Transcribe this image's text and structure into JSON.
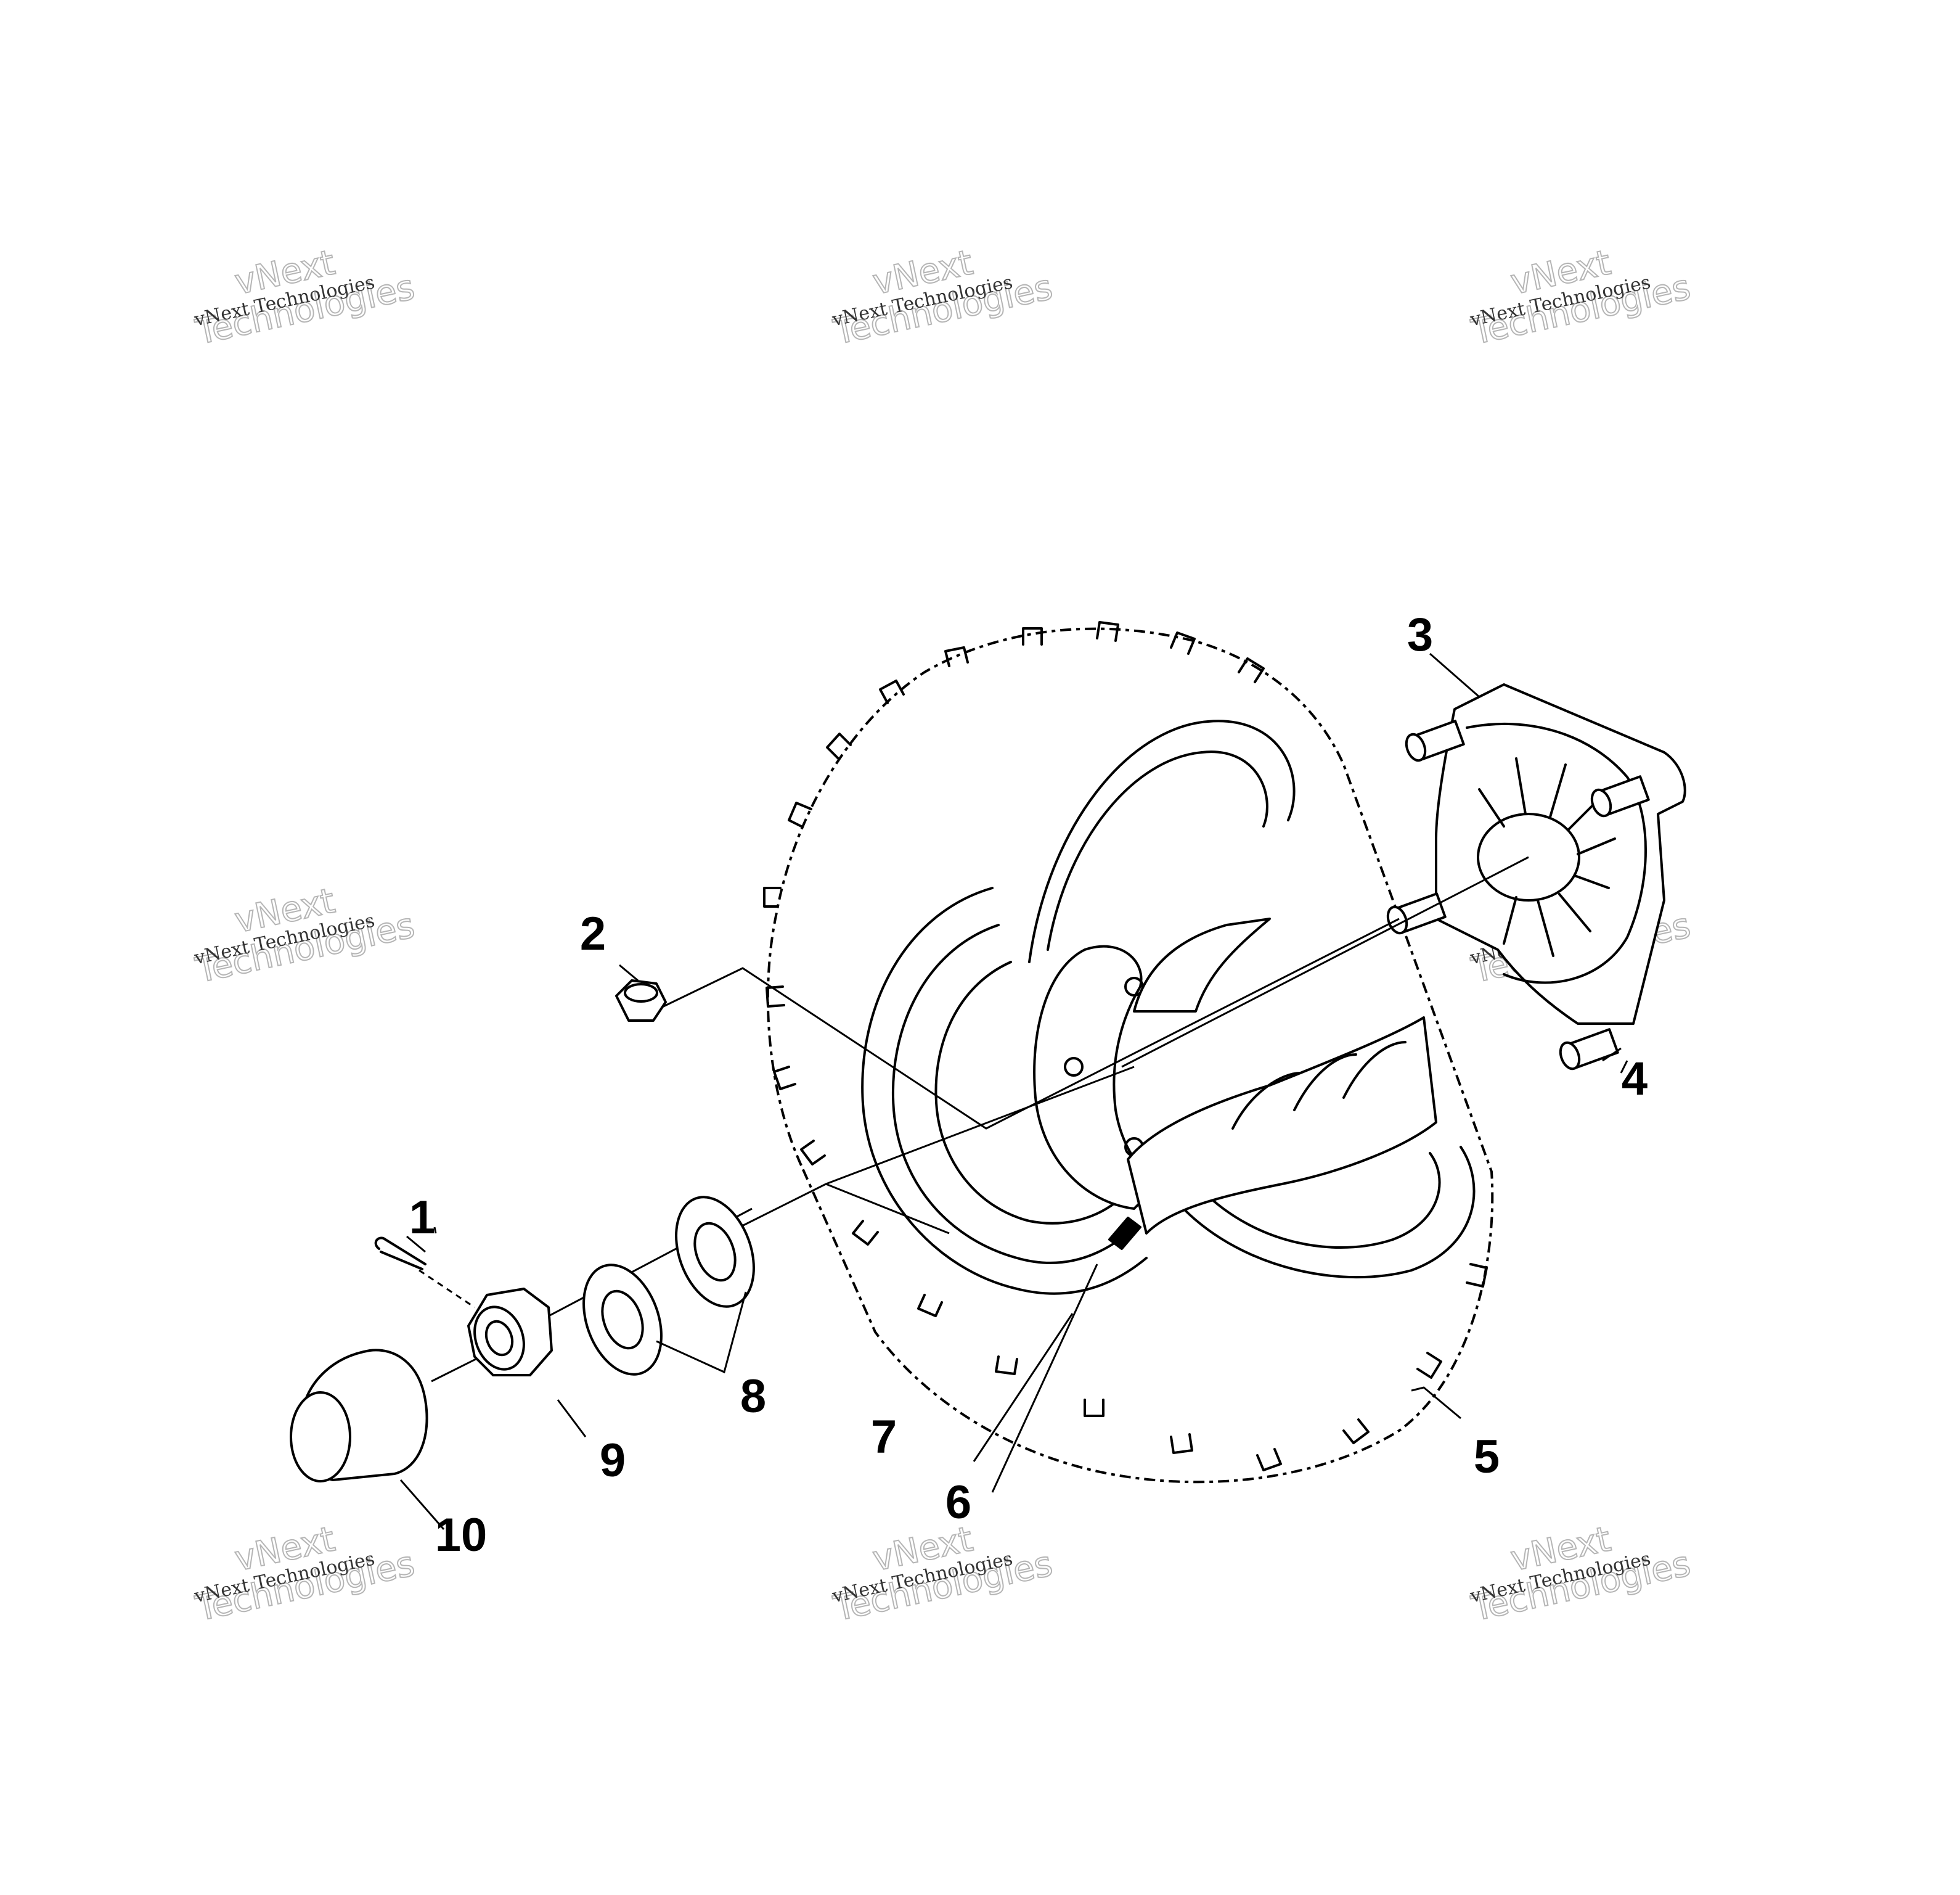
{
  "callouts": [
    {
      "id": "1",
      "label": "1"
    },
    {
      "id": "2",
      "label": "2"
    },
    {
      "id": "3",
      "label": "3"
    },
    {
      "id": "4",
      "label": "4"
    },
    {
      "id": "5",
      "label": "5"
    },
    {
      "id": "6",
      "label": "6"
    },
    {
      "id": "7",
      "label": "7"
    },
    {
      "id": "8",
      "label": "8"
    },
    {
      "id": "9",
      "label": "9"
    },
    {
      "id": "10",
      "label": "10"
    }
  ],
  "watermark": {
    "small_text": "vNext Technologies",
    "big_text_line1": "vNext",
    "big_text_line2": "Technologies"
  }
}
